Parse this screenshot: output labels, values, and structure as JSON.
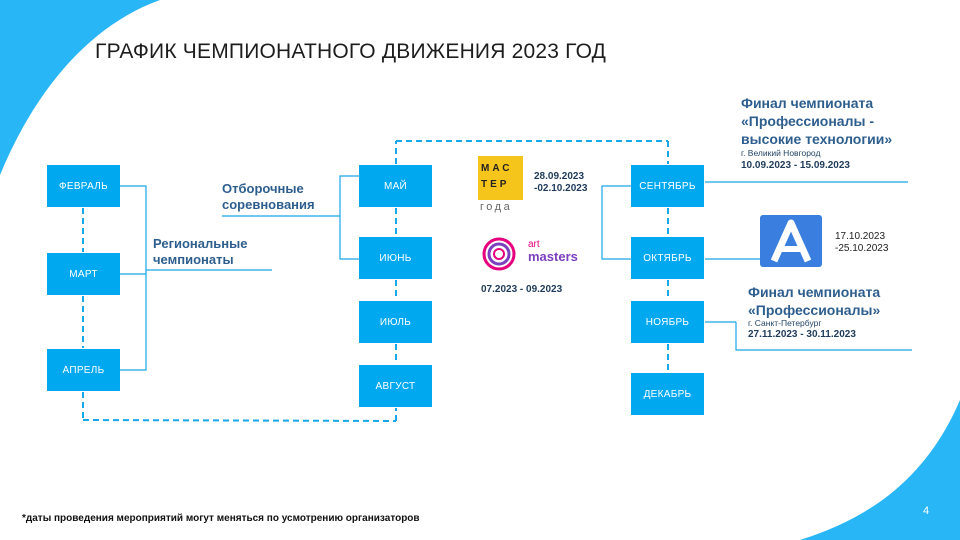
{
  "title": "ГРАФИК ЧЕМПИОНАТНОГО ДВИЖЕНИЯ 2023 ГОД",
  "months": {
    "feb": "ФЕВРАЛЬ",
    "mar": "МАРТ",
    "apr": "АПРЕЛЬ",
    "may": "МАЙ",
    "jun": "ИЮНЬ",
    "jul": "ИЮЛЬ",
    "aug": "АВГУСТ",
    "sep": "СЕНТЯБРЬ",
    "oct": "ОКТЯБРЬ",
    "nov": "НОЯБРЬ",
    "dec": "ДЕКАБРЬ"
  },
  "labels": {
    "qualifying_line1": "Отборочные",
    "qualifying_line2": "соревнования",
    "regional_line1": "Региональные",
    "regional_line2": "чемпионаты"
  },
  "master_goda": {
    "logo_letters": [
      "МАС",
      "ТЕР",
      "года"
    ],
    "dates_line1": "28.09.2023",
    "dates_line2": "-02.10.2023"
  },
  "artmasters": {
    "logo_line1": "art",
    "logo_line2": "masters",
    "dates": "07.2023  - 09.2023"
  },
  "final_hitech": {
    "line1": "Финал чемпионата",
    "line2": "«Профессионалы -",
    "line3": "высокие технологии»",
    "city": "г. Великий Новгород",
    "dates": "10.09.2023 - 15.09.2023"
  },
  "agency": {
    "logo_letter": "A",
    "dates_line1": "17.10.2023",
    "dates_line2": "-25.10.2023"
  },
  "final_pro": {
    "line1": "Финал чемпионата",
    "line2": "«Профессионалы»",
    "city": "г. Санкт-Петербург",
    "dates": "27.11.2023 - 30.11.2023"
  },
  "footnote": "*даты проведения мероприятий могут меняться по усмотрению организаторов",
  "page_number": "4",
  "colors": {
    "accent": "#00a8f0",
    "text_blue": "#2e5e8e",
    "dashed": "#1aa7e8"
  }
}
